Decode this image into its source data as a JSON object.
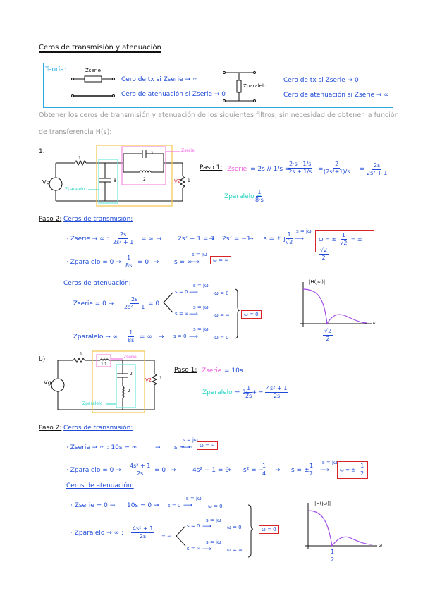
{
  "page_title": "Ceros de transmisión y atenuación",
  "teoria": {
    "label": "Teoría:",
    "z_serie_label": "Zserie",
    "z_paralelo_label": "Zparalelo",
    "left_notes": [
      "Cero de tx si Zserie → ∞",
      "Cero de atenuación si Zserie → 0"
    ],
    "right_notes": [
      "Cero de tx si Zserie → 0",
      "Cero de atenuación si Zserie → ∞"
    ]
  },
  "instructions": [
    "Obtener los ceros de transmisión y atenuación de los siguientes filtros, sin necesidad de obtener la función",
    "de transferencia H(s):"
  ],
  "problem_a": {
    "label": "1.",
    "circuit": {
      "vg": "Vg",
      "r1": "1",
      "c_shunt": "8",
      "c_series": "1",
      "l_series": "2",
      "r_load": "1",
      "v2": "V2",
      "z_serie_tag": "Zserie",
      "z_paralelo_tag": "Zparalelo"
    },
    "paso1": {
      "label": "Paso 1:",
      "z_serie": "Zserie",
      "eq1": "= 2s // 1/s =",
      "f1_num": "2·s · 1/s",
      "f1_den": "2s + 1/s",
      "f2_num": "2",
      "f2_den": "(2s²+1)/s",
      "f3_num": "2s",
      "f3_den": "2s² + 1",
      "z_paralelo": "Zparalelo =",
      "zp_num": "1",
      "zp_den": "8·s"
    },
    "paso2": {
      "label": "Paso 2:",
      "tx_title": "Ceros de transmisión:",
      "tx_row1": {
        "lhs": "· Zserie → ∞ :",
        "num": "2s",
        "den": "2s² + 1",
        "rest1": "= ∞",
        "rest2": "2s² + 1 = 0",
        "rest3": "2s² = −1",
        "rest4": "s = ± j",
        "f_num": "1",
        "f_den": "√2",
        "arrow": "s = jω",
        "result_pre": "ω = ±",
        "r_num1": "1",
        "r_den1": "√2",
        "mid": "= ±",
        "r_num2": "√2",
        "r_den2": "2"
      },
      "tx_row2": {
        "lhs": "· Zparalelo = 0 →",
        "num": "1",
        "den": "8s",
        "rest1": "= 0",
        "rest2": "s = ∞",
        "arrow": "s = jω",
        "result": "ω = ∞"
      },
      "at_title": "Ceros de atenuación:",
      "at_row1": {
        "lhs": "· Zserie = 0 →",
        "num": "2s",
        "den": "2s² + 1",
        "rest1": "= 0",
        "b1": "s = 0",
        "b2": "s = ∞",
        "arrow": "s = jω",
        "r1": "ω = 0",
        "r2": "ω = ∞"
      },
      "at_row2": {
        "lhs": "· Zparalelo → ∞ :",
        "num": "1",
        "den": "8s",
        "rest1": "= ∞",
        "b1": "s = 0",
        "arrow": "s = jω",
        "r1": "ω = 0"
      },
      "at_result": "ω = 0"
    },
    "plot": {
      "ylabel": "|H(jω)|",
      "xlabel": "ω",
      "zero_num": "√2",
      "zero_den": "2"
    }
  },
  "problem_b": {
    "label": "b)",
    "circuit": {
      "vg": "Vg",
      "r1": "1",
      "l_series": "10",
      "c_shunt": "2",
      "l_shunt": "2",
      "r_load": "1",
      "v2": "V2",
      "z_serie_tag": "Zserie",
      "z_paralelo_tag": "Zparalelo"
    },
    "paso1": {
      "label": "Paso 1:",
      "z_serie": "Zserie",
      "zs_eq": "= 10s",
      "z_paralelo": "Zparalelo",
      "zp_eq": "= 2s +",
      "f1_num": "1",
      "f1_den": "2s",
      "f2_num": "4s² + 1",
      "f2_den": "2s"
    },
    "paso2": {
      "label": "Paso 2:",
      "tx_title": "Ceros de transmisión:",
      "tx_row1": {
        "lhs": "· Zserie → ∞ : 10s = ∞",
        "rest": "s = ∞",
        "arrow": "s = jω",
        "result": "ω = ∞"
      },
      "tx_row2": {
        "lhs": "· Zparalelo = 0 →",
        "num": "4s² + 1",
        "den": "2s",
        "rest1": "= 0",
        "rest2": "4s² + 1 = 0",
        "rest3": "s² = −",
        "f_num": "1",
        "f_den": "4",
        "rest4": "s = ± j",
        "g_num": "1",
        "g_den": "2",
        "arrow": "s = jω",
        "result_pre": "ω = ±",
        "r_num": "1",
        "r_den": "2"
      },
      "at_title": "Ceros de atenuación:",
      "at_row1": {
        "lhs": "· Zserie = 0 →",
        "rest1": "10s = 0",
        "rest2": "s = 0",
        "arrow": "s = jω",
        "r1": "ω = 0"
      },
      "at_row2": {
        "lhs": "· Zparalelo → ∞ :",
        "num": "4s² + 1",
        "den": "2s",
        "rest1": "= ∞",
        "b1": "s = 0",
        "b2": "s = ∞",
        "arrow": "s = jω",
        "r1": "ω = 0",
        "r2": "ω = ∞"
      },
      "at_result": "ω = 0"
    },
    "plot": {
      "ylabel": "|H(jω)|",
      "xlabel": "ω",
      "zero_num": "1",
      "zero_den": "2"
    }
  }
}
